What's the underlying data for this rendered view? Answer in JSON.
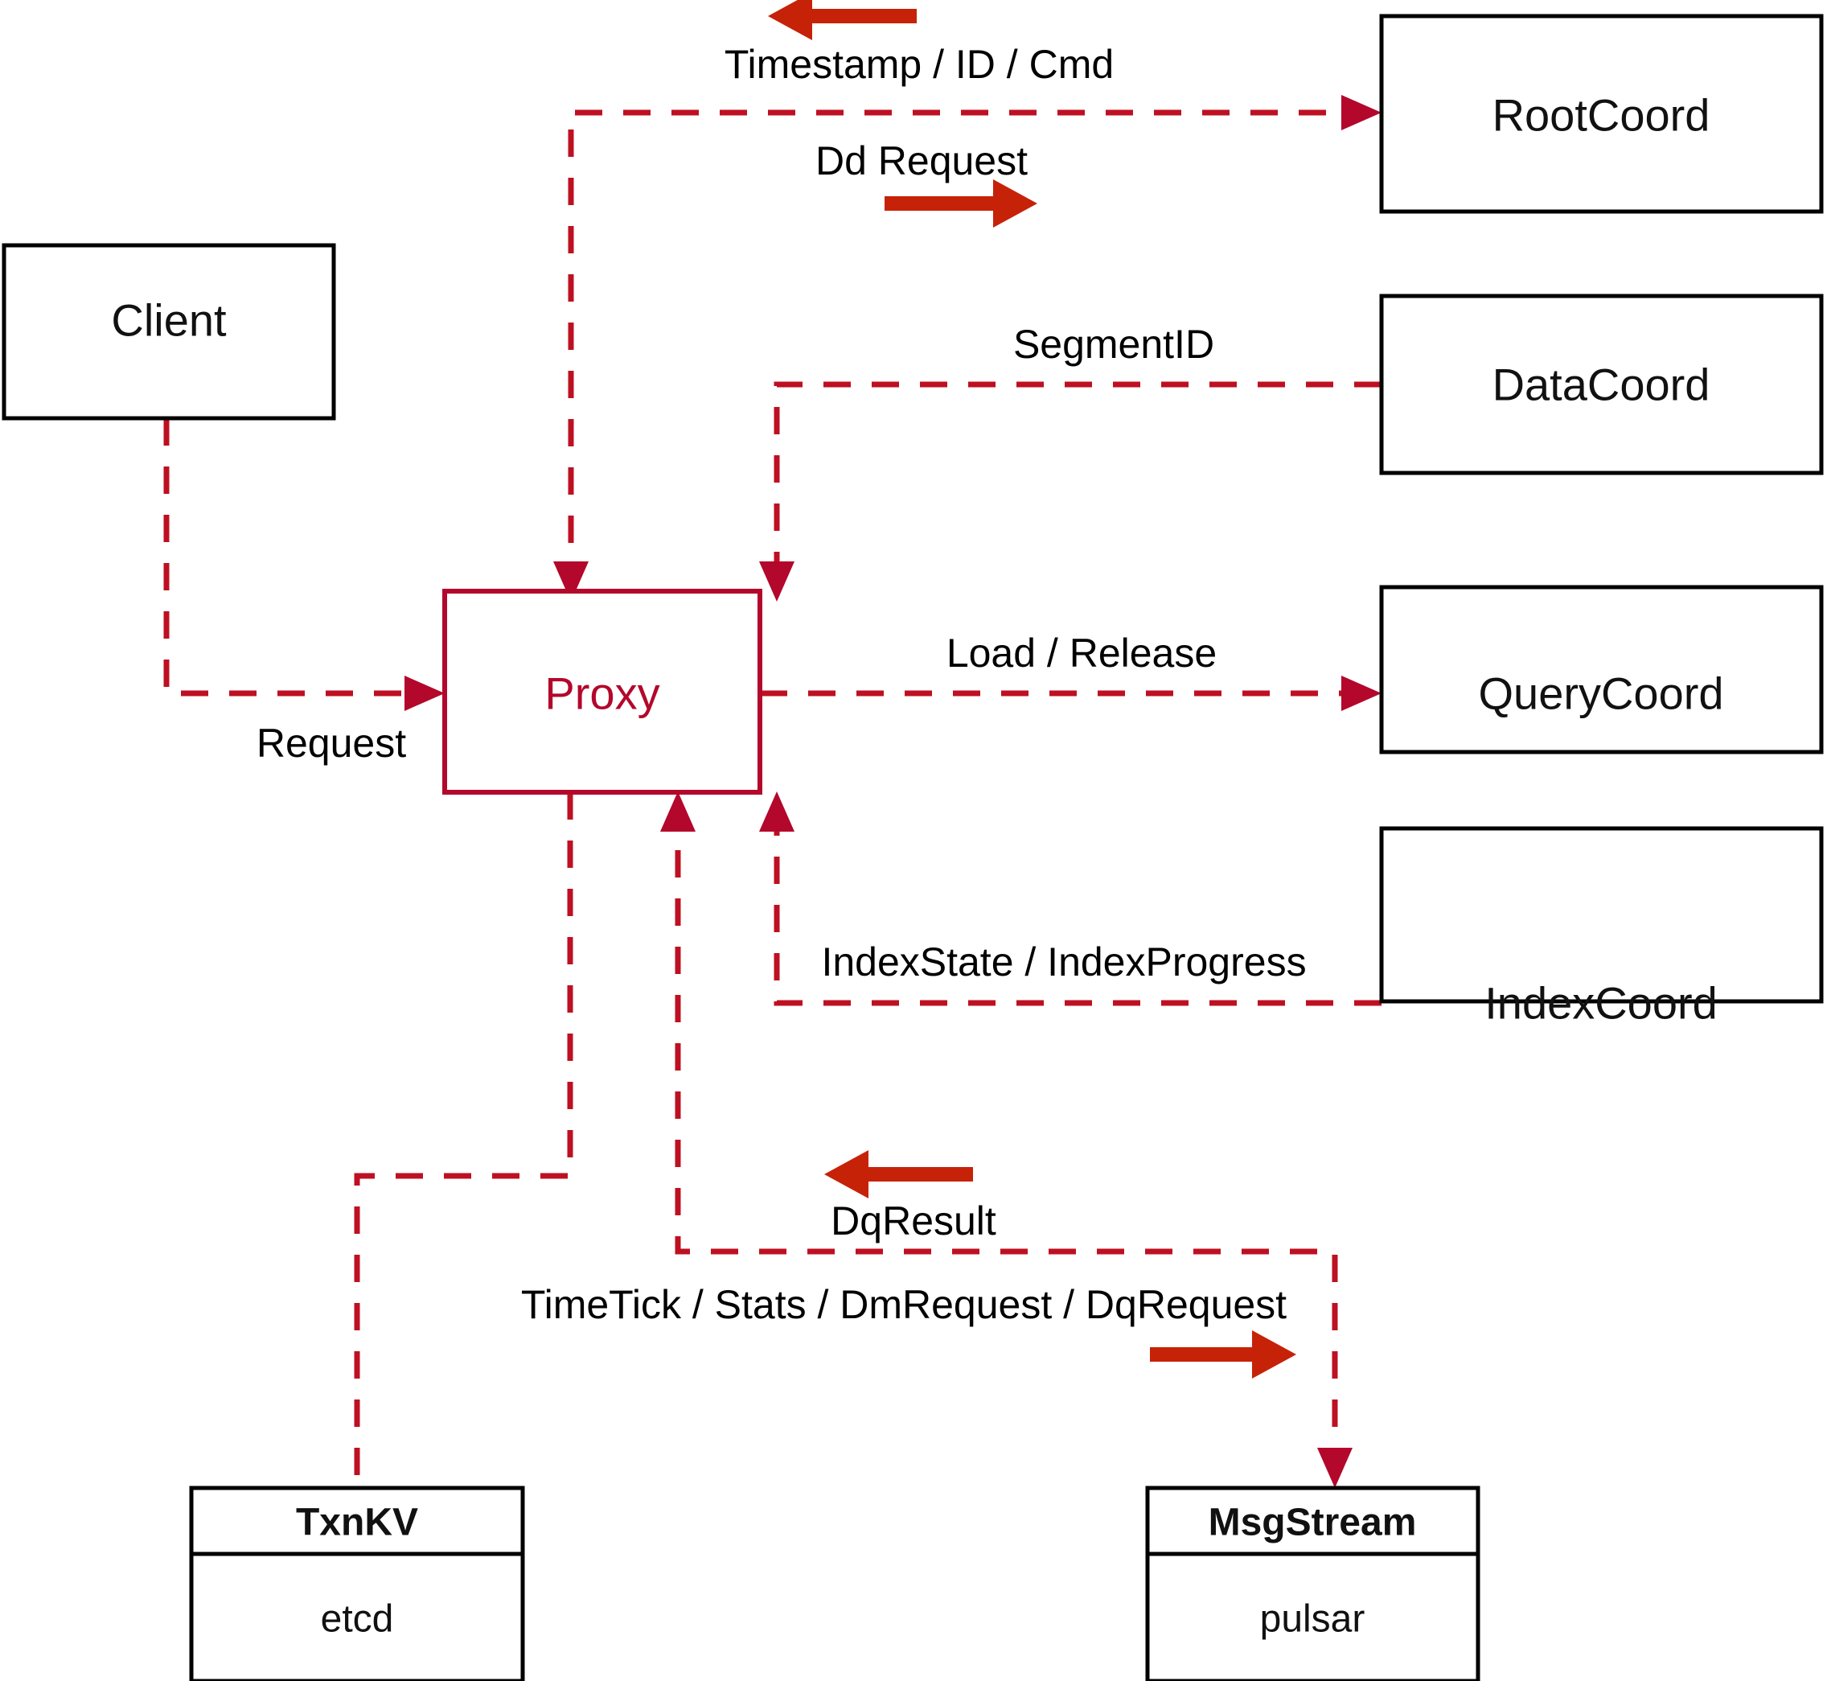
{
  "diagram": {
    "title": "Milvus Proxy interaction diagram",
    "accent_color": "#B3072C",
    "line_color": "#BE1022",
    "arrow_color": "#C62208",
    "node_border_color": "#000000"
  },
  "nodes": {
    "client": {
      "label": "Client"
    },
    "proxy": {
      "label": "Proxy"
    },
    "root_coord": {
      "label": "RootCoord"
    },
    "data_coord": {
      "label": "DataCoord"
    },
    "query_coord": {
      "label": "QueryCoord"
    },
    "index_coord": {
      "label": "IndexCoord"
    },
    "txnkv": {
      "label": "TxnKV",
      "impl": "etcd"
    },
    "msgstream": {
      "label": "MsgStream",
      "impl": "pulsar"
    }
  },
  "edges": [
    {
      "id": "timestamp-id-cmd",
      "label": "Timestamp / ID / Cmd",
      "direction": "left",
      "from": "root_coord",
      "to": "proxy"
    },
    {
      "id": "dd-request",
      "label": "Dd Request",
      "direction": "right",
      "from": "proxy",
      "to": "root_coord"
    },
    {
      "id": "segment-id",
      "label": "SegmentID",
      "direction": "none",
      "from": "data_coord",
      "to": "proxy"
    },
    {
      "id": "load-release",
      "label": "Load / Release",
      "direction": "none",
      "from": "proxy",
      "to": "query_coord"
    },
    {
      "id": "index-state-progress",
      "label": "IndexState / IndexProgress",
      "direction": "none",
      "from": "index_coord",
      "to": "proxy"
    },
    {
      "id": "request",
      "label": "Request",
      "direction": "none",
      "from": "client",
      "to": "proxy"
    },
    {
      "id": "dq-result",
      "label": "DqResult",
      "direction": "left",
      "from": "msgstream",
      "to": "proxy"
    },
    {
      "id": "timetick-stats-dm-dq",
      "label": "TimeTick / Stats / DmRequest / DqRequest",
      "direction": "right",
      "from": "proxy",
      "to": "msgstream"
    }
  ]
}
